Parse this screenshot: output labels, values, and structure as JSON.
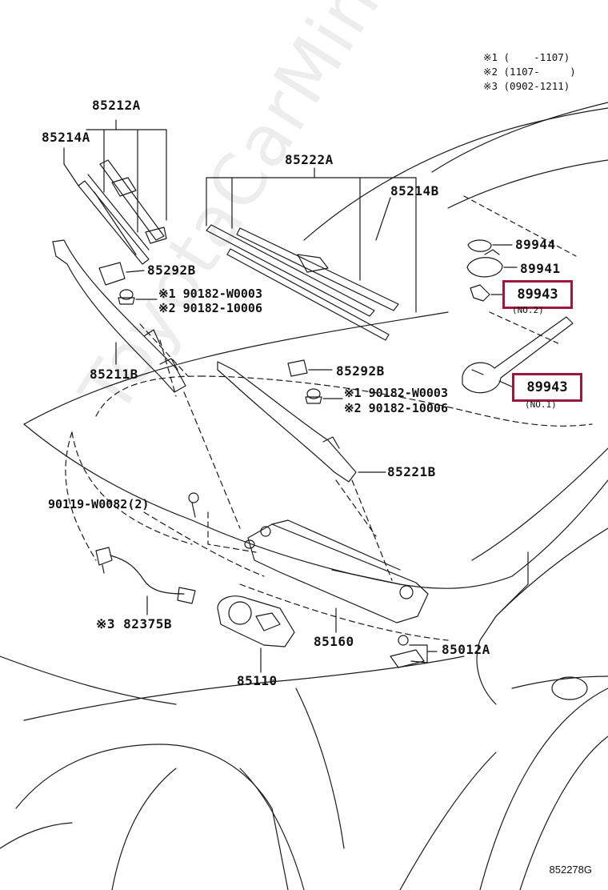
{
  "notes": {
    "n1": "※1 (    -1107)",
    "n2": "※2 (1107-     )",
    "n3": "※3 (0902-1211)"
  },
  "parts": {
    "p85212A": "85212A",
    "p85214A": "85214A",
    "p85222A": "85222A",
    "p85214B": "85214B",
    "p89944": "89944",
    "p89941": "89941",
    "p89943_no2": "89943",
    "no2_label": "(NO.2)",
    "p89943_no1": "89943",
    "no1_label": "(NO.1)",
    "p85292B_a": "85292B",
    "nut1_a": "※1 90182-W0003",
    "nut2_a": "※2 90182-10006",
    "p85211B": "85211B",
    "p85292B_b": "85292B",
    "nut1_b": "※1 90182-W0003",
    "nut2_b": "※2 90182-10006",
    "p85221B": "85221B",
    "bolt": "90119-W0082(2)",
    "p82375B": "※3 82375B",
    "p85160": "85160",
    "p85110": "85110",
    "p85012A": "85012A"
  },
  "highlight_color": "#9a1a3c",
  "watermark": "ToyotaCarMine.ru",
  "diagram_code": "852278G"
}
